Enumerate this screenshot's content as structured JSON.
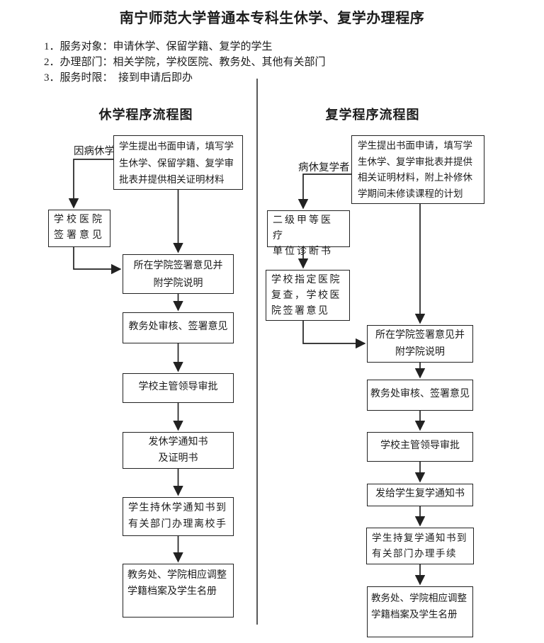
{
  "document": {
    "title": "南宁师范大学普通本专科生休学、复学办理程序",
    "info_items": [
      "1．服务对象：申请休学、保留学籍、复学的学生",
      "2．办理部门：相关学院，学校医院、教务处、其他有关部门",
      "3．服务时限：　接到申请后即办"
    ]
  },
  "suspend_flow": {
    "heading": "休学程序流程图",
    "branch_label": "因病休学",
    "boxes": {
      "apply": [
        "学生提出书面申请，填写学",
        "生休学、保留学籍、复学审",
        "批表并提供相关证明材料"
      ],
      "hospital": [
        "学校医院",
        "签署意见"
      ],
      "college": [
        "所在学院签署意见并",
        "附学院说明"
      ],
      "review": [
        "教务处审核、签署意见"
      ],
      "leader": [
        "学校主管领导审批"
      ],
      "notice": [
        "发休学通知书",
        "及证明书"
      ],
      "handle": [
        "学生持休学通知书到",
        "有关部门办理离校手"
      ],
      "archive": [
        "教务处、学院相应调整",
        "学籍档案及学生名册"
      ]
    }
  },
  "resume_flow": {
    "heading": "复学程序流程图",
    "branch_label": "病休复学者",
    "boxes": {
      "apply": [
        "学生提出书面申请，填写学",
        "生休学、复学审批表并提供",
        "相关证明材料，附上补修休",
        "学期间未修读课程的计划"
      ],
      "diagnosis": [
        "二级甲等医疗",
        "单位诊断书"
      ],
      "recheck": [
        "学校指定医院",
        "复查，学校医",
        "院签署意见"
      ],
      "college": [
        "所在学院签署意见并",
        "附学院说明"
      ],
      "review": [
        "教务处审核、签署意见"
      ],
      "leader": [
        "学校主管领导审批"
      ],
      "notice": [
        "发给学生复学通知书"
      ],
      "handle": [
        "学生持复学通知书到",
        "有关部门办理手续"
      ],
      "archive": [
        "教务处、学院相应调整",
        "学籍档案及学生名册"
      ]
    }
  },
  "colors": {
    "ink": "#1c1c1c",
    "background": "#ffffff"
  }
}
